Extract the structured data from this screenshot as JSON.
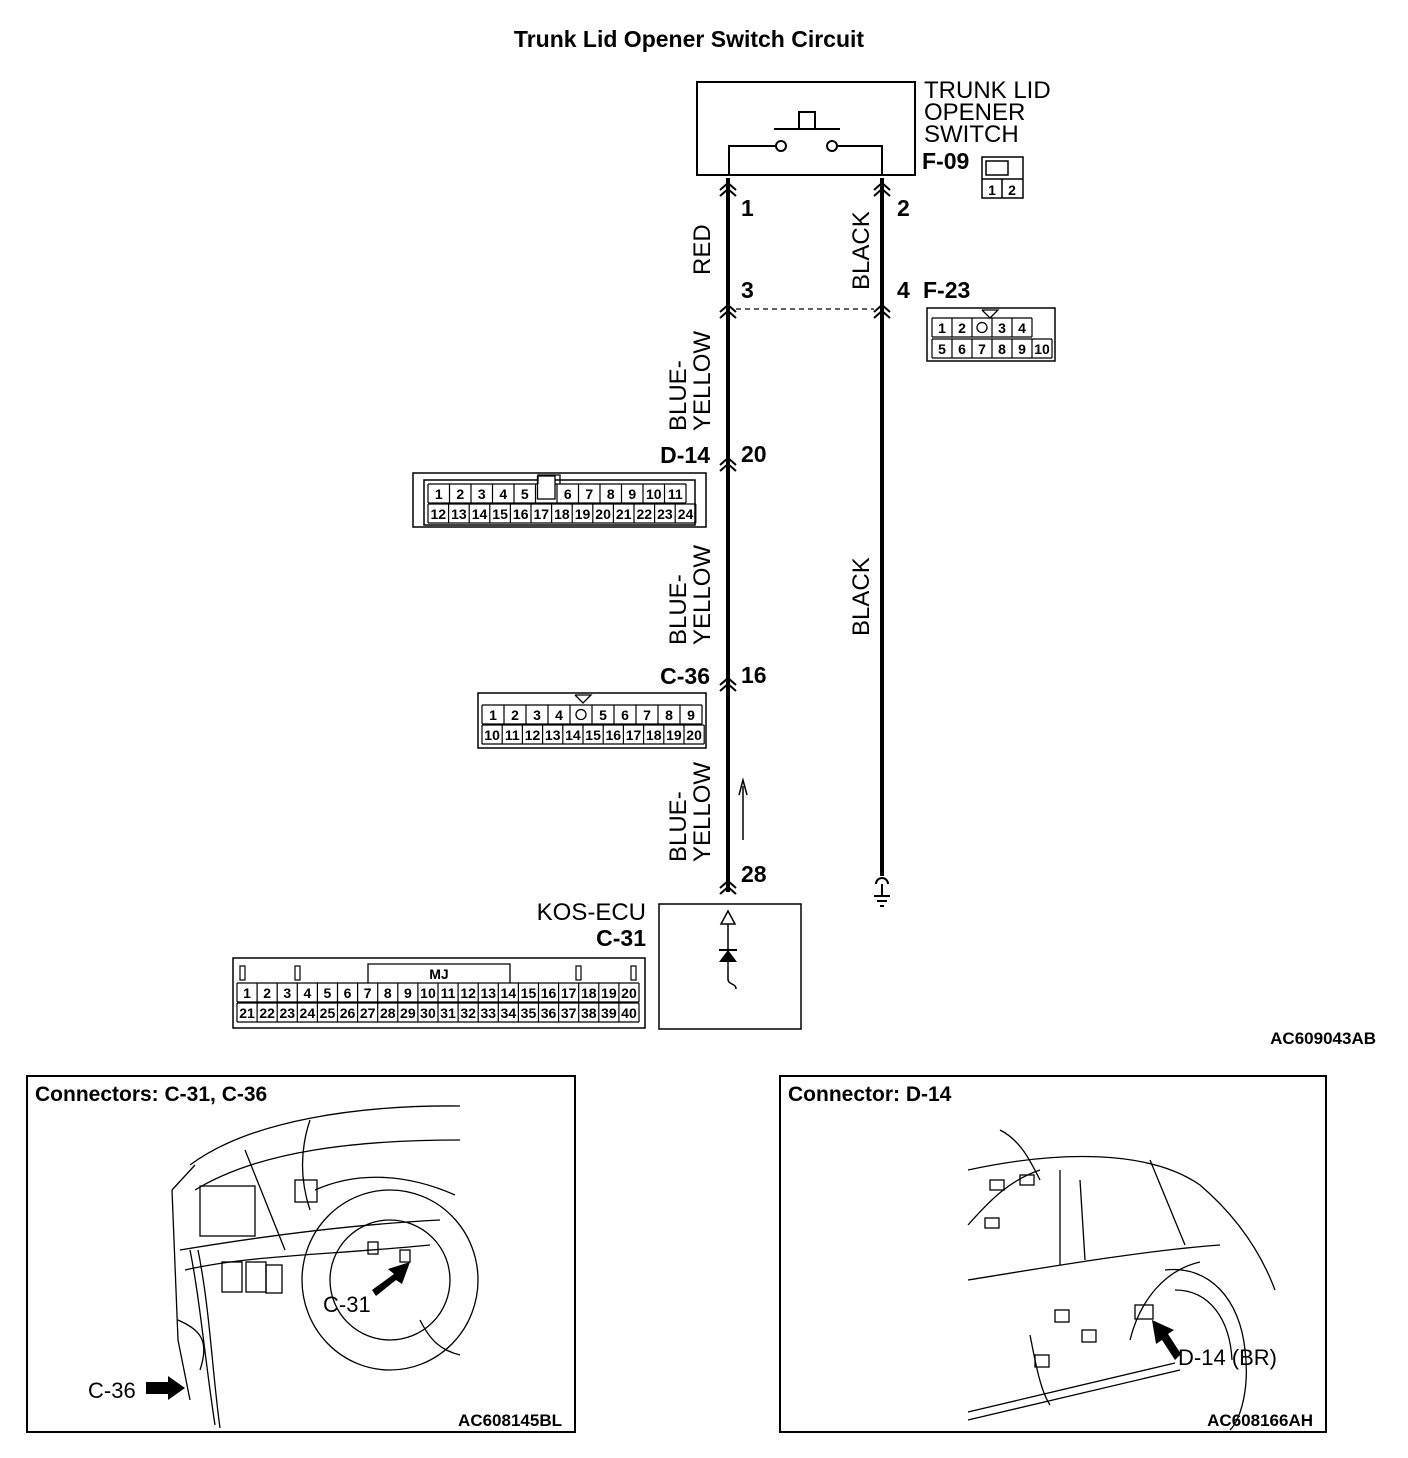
{
  "title": "Trunk Lid Opener Switch Circuit",
  "switch": {
    "name_lines": [
      "TRUNK LID",
      "OPENER",
      "SWITCH"
    ],
    "connector": "F-09",
    "pins": [
      "1",
      "2"
    ]
  },
  "connectors": {
    "f23": {
      "name": "F-23",
      "row1": [
        "1",
        "2",
        "",
        "3",
        "4"
      ],
      "row2": [
        "5",
        "6",
        "7",
        "8",
        "9",
        "10"
      ]
    },
    "d14": {
      "name": "D-14",
      "row1": [
        "1",
        "2",
        "3",
        "4",
        "5",
        "",
        "6",
        "7",
        "8",
        "9",
        "10",
        "11"
      ],
      "row2": [
        "12",
        "13",
        "14",
        "15",
        "16",
        "17",
        "18",
        "19",
        "20",
        "21",
        "22",
        "23",
        "24"
      ]
    },
    "c36": {
      "name": "C-36",
      "row1": [
        "1",
        "2",
        "3",
        "4",
        "",
        "5",
        "6",
        "7",
        "8",
        "9"
      ],
      "row2": [
        "10",
        "11",
        "12",
        "13",
        "14",
        "15",
        "16",
        "17",
        "18",
        "19",
        "20"
      ]
    },
    "c31": {
      "name": "C-31",
      "row1": [
        "1",
        "2",
        "3",
        "4",
        "5",
        "6",
        "7",
        "8",
        "9",
        "10",
        "11",
        "12",
        "13",
        "14",
        "15",
        "16",
        "17",
        "18",
        "19",
        "20"
      ],
      "row2": [
        "21",
        "22",
        "23",
        "24",
        "25",
        "26",
        "27",
        "28",
        "29",
        "30",
        "31",
        "32",
        "33",
        "34",
        "35",
        "36",
        "37",
        "38",
        "39",
        "40"
      ],
      "tab_label": "MJ"
    }
  },
  "ecu": {
    "name": "KOS-ECU",
    "connector": "C-31"
  },
  "wire_pins": {
    "p1": "1",
    "p2": "2",
    "p3": "3",
    "p4": "4",
    "p20": "20",
    "p16": "16",
    "p28": "28"
  },
  "wire_colors": {
    "seg1": "RED",
    "seg2": [
      "BLUE-",
      "YELLOW"
    ],
    "seg3": [
      "BLUE-",
      "YELLOW"
    ],
    "seg4": [
      "BLUE-",
      "YELLOW"
    ],
    "black1": "BLACK",
    "black2": "BLACK"
  },
  "diagram_code": "AC609043AB",
  "panel_left": {
    "title": "Connectors: C-31, C-36",
    "callouts": [
      "C-31",
      "C-36"
    ],
    "code": "AC608145BL"
  },
  "panel_right": {
    "title": "Connector: D-14",
    "callouts": [
      "D-14 (BR)"
    ],
    "code": "AC608166AH"
  }
}
